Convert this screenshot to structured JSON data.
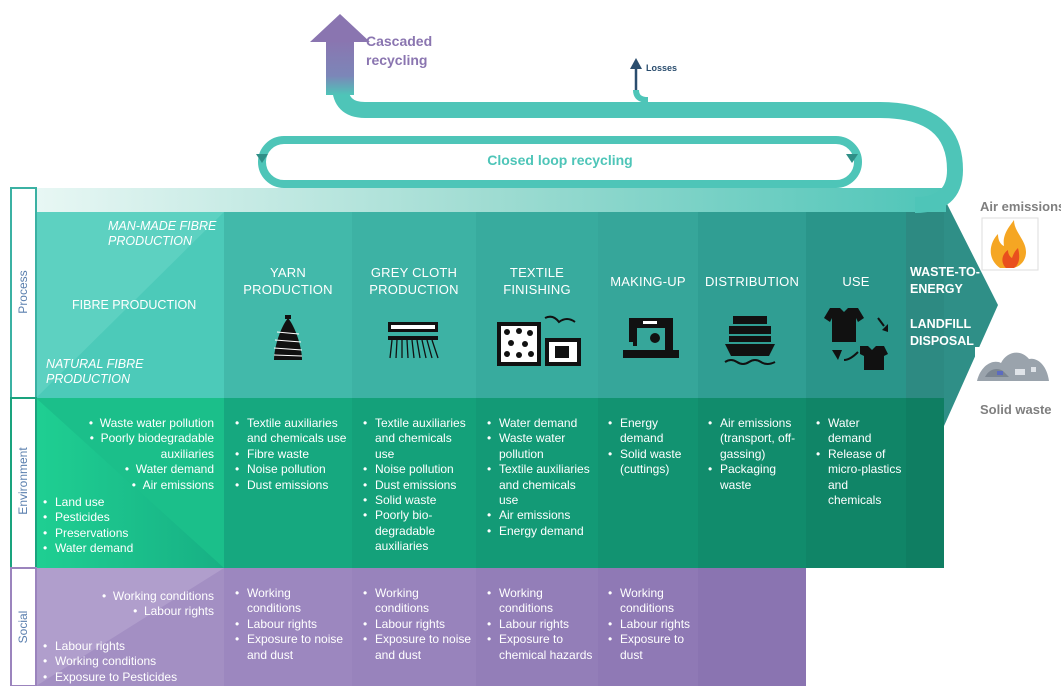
{
  "flow": {
    "cascaded_label": "Cascaded recycling",
    "losses_label": "Losses",
    "closed_loop_label": "Closed loop recycling"
  },
  "rows": {
    "process": "Process",
    "environment": "Environment",
    "social": "Social"
  },
  "fibre": {
    "man_made": "MAN-MADE FIBRE PRODUCTION",
    "fibre_production": "FIBRE PRODUCTION",
    "natural": "NATURAL FIBRE PRODUCTION",
    "env_right": [
      "Waste water pollution",
      "Poorly biodegradable auxiliaries",
      "Water demand",
      "Air emissions"
    ],
    "env_left": [
      "Land use",
      "Pesticides",
      "Preservations",
      "Water demand"
    ],
    "social_right": [
      "Working conditions",
      "Labour rights"
    ],
    "social_left": [
      "Labour rights",
      "Working conditions",
      "Exposure to Pesticides"
    ]
  },
  "stages": [
    {
      "title": "YARN PRODUCTION",
      "icon": "yarn-cone-icon",
      "environment": [
        "Textile auxiliaries and chemicals use",
        "Fibre waste",
        "Noise pollution",
        "Dust emissions"
      ],
      "social": [
        "Working conditions",
        "Labour rights",
        "Exposure to noise and dust"
      ]
    },
    {
      "title": "GREY CLOTH PRODUCTION",
      "icon": "loom-icon",
      "environment": [
        "Textile auxiliaries and chemicals use",
        "Noise pollution",
        "Dust emissions",
        "Solid waste",
        "Poorly bio-degradable auxiliaries"
      ],
      "social": [
        "Working conditions",
        "Labour rights",
        "Exposure to noise and dust"
      ]
    },
    {
      "title": "TEXTILE FINISHING",
      "icon": "dyeing-machine-icon",
      "environment": [
        "Water demand",
        "Waste water pollution",
        "Textile auxiliaries and chemicals use",
        "Air emissions",
        "Energy demand"
      ],
      "social": [
        "Working conditions",
        "Labour rights",
        "Exposure to chemical hazards"
      ]
    },
    {
      "title": "MAKING-UP",
      "icon": "sewing-machine-icon",
      "environment": [
        "Energy demand",
        "Solid waste (cuttings)"
      ],
      "social": [
        "Working conditions",
        "Labour rights",
        "Exposure to dust"
      ]
    },
    {
      "title": "DISTRIBUTION",
      "icon": "cargo-ship-icon",
      "environment": [
        "Air emissions (transport, off-gassing)",
        "Packaging waste"
      ],
      "social": []
    },
    {
      "title": "USE",
      "icon": "clothing-cycle-icon",
      "environment": [
        "Water demand",
        "Release of micro-plastics and chemicals"
      ]
    }
  ],
  "end_of_life": {
    "waste_to_energy": "WASTE-TO-ENERGY",
    "landfill": "LANDFILL DISPOSAL",
    "air_emissions": "Air emissions",
    "solid_waste": "Solid waste"
  },
  "colors": {
    "teal_loop": "#4ec5b8",
    "purple_arrow": "#8a75b0",
    "process_row": "#3bb1a3",
    "environment_row": "#1aa37e",
    "social_row": "#9b84bd",
    "row_label": "#5a7fae"
  }
}
